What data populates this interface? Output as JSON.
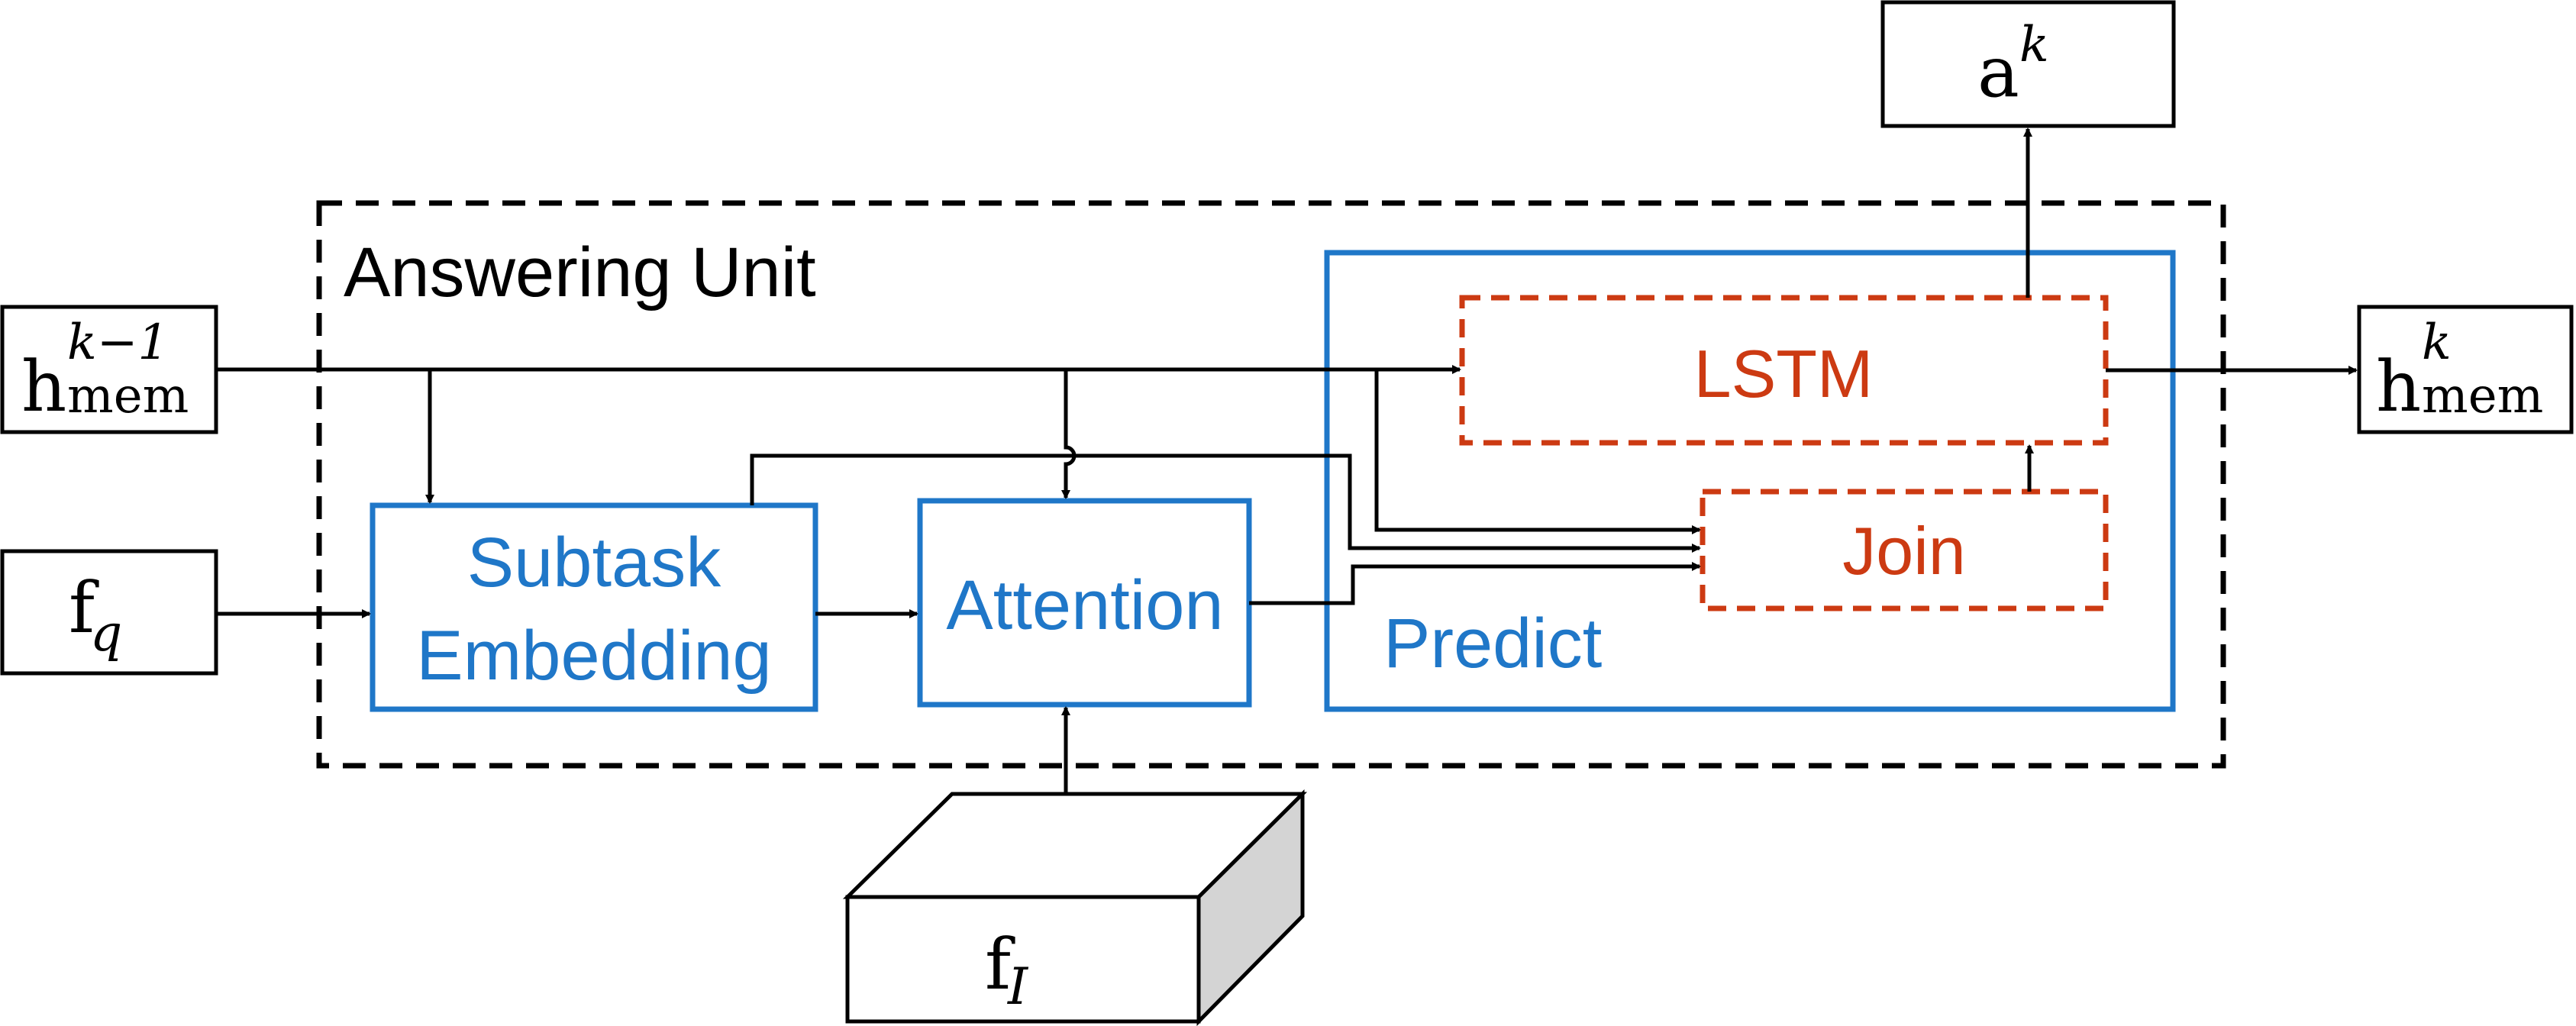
{
  "colors": {
    "blue": "#1f77c8",
    "orange": "#cc3a12",
    "black": "#000000",
    "cube_side": "#d4d4d4"
  },
  "labels": {
    "answering_unit": "Answering Unit",
    "subtask_line1": "Subtask",
    "subtask_line2": "Embedding",
    "attention": "Attention",
    "predict": "Predict",
    "lstm": "LSTM",
    "join": "Join"
  },
  "symbols": {
    "h_prev": {
      "base": "h",
      "sup": "k−1",
      "sub": "mem"
    },
    "h_next": {
      "base": "h",
      "sup": "k",
      "sub": "mem"
    },
    "a_k": {
      "base": "a",
      "sup": "k"
    },
    "f_q": {
      "base": "f",
      "sub": "q"
    },
    "f_I": {
      "base": "f",
      "sub": "I"
    }
  }
}
